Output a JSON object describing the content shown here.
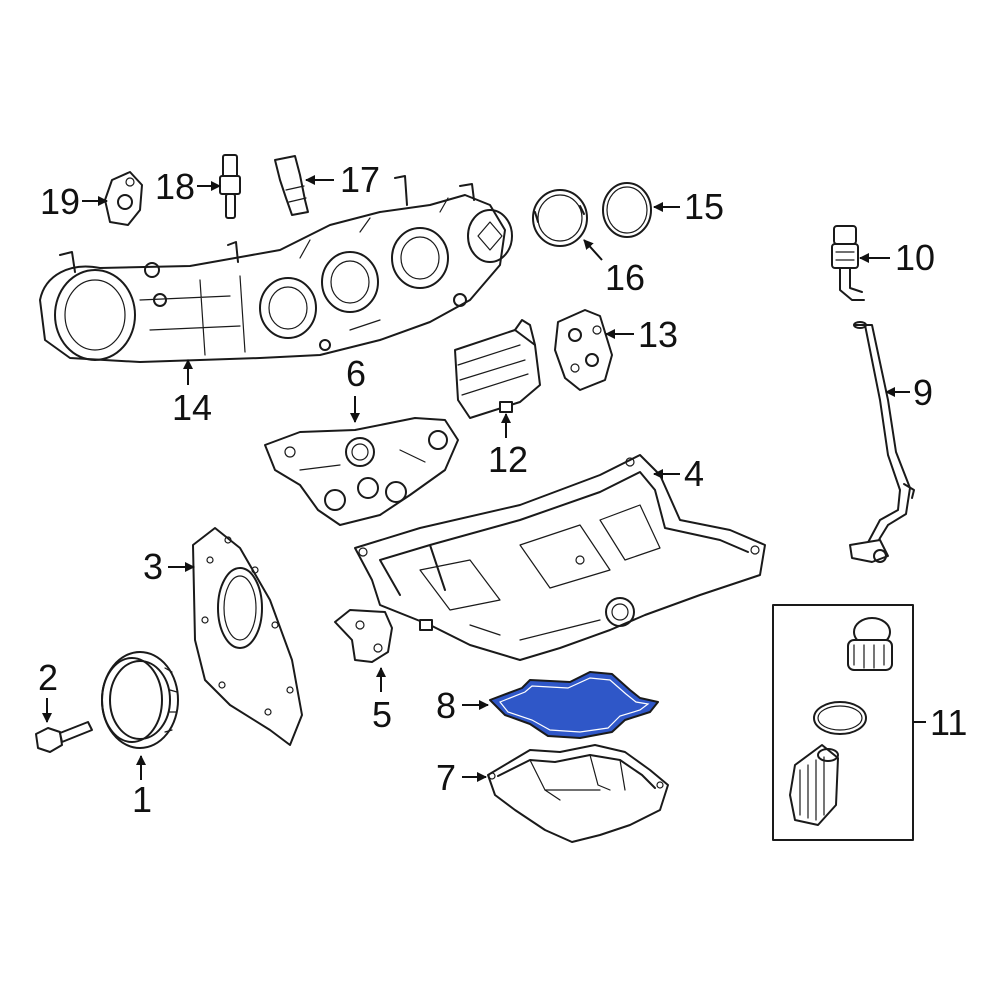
{
  "diagram": {
    "highlight_color": "#2f57c8",
    "callouts": [
      {
        "id": "1",
        "label": "1"
      },
      {
        "id": "2",
        "label": "2"
      },
      {
        "id": "3",
        "label": "3"
      },
      {
        "id": "4",
        "label": "4"
      },
      {
        "id": "5",
        "label": "5"
      },
      {
        "id": "6",
        "label": "6"
      },
      {
        "id": "7",
        "label": "7"
      },
      {
        "id": "8",
        "label": "8"
      },
      {
        "id": "9",
        "label": "9"
      },
      {
        "id": "10",
        "label": "10"
      },
      {
        "id": "11",
        "label": "11"
      },
      {
        "id": "12",
        "label": "12"
      },
      {
        "id": "13",
        "label": "13"
      },
      {
        "id": "14",
        "label": "14"
      },
      {
        "id": "15",
        "label": "15"
      },
      {
        "id": "16",
        "label": "16"
      },
      {
        "id": "17",
        "label": "17"
      },
      {
        "id": "18",
        "label": "18"
      },
      {
        "id": "19",
        "label": "19"
      }
    ],
    "highlighted_part": "8"
  }
}
